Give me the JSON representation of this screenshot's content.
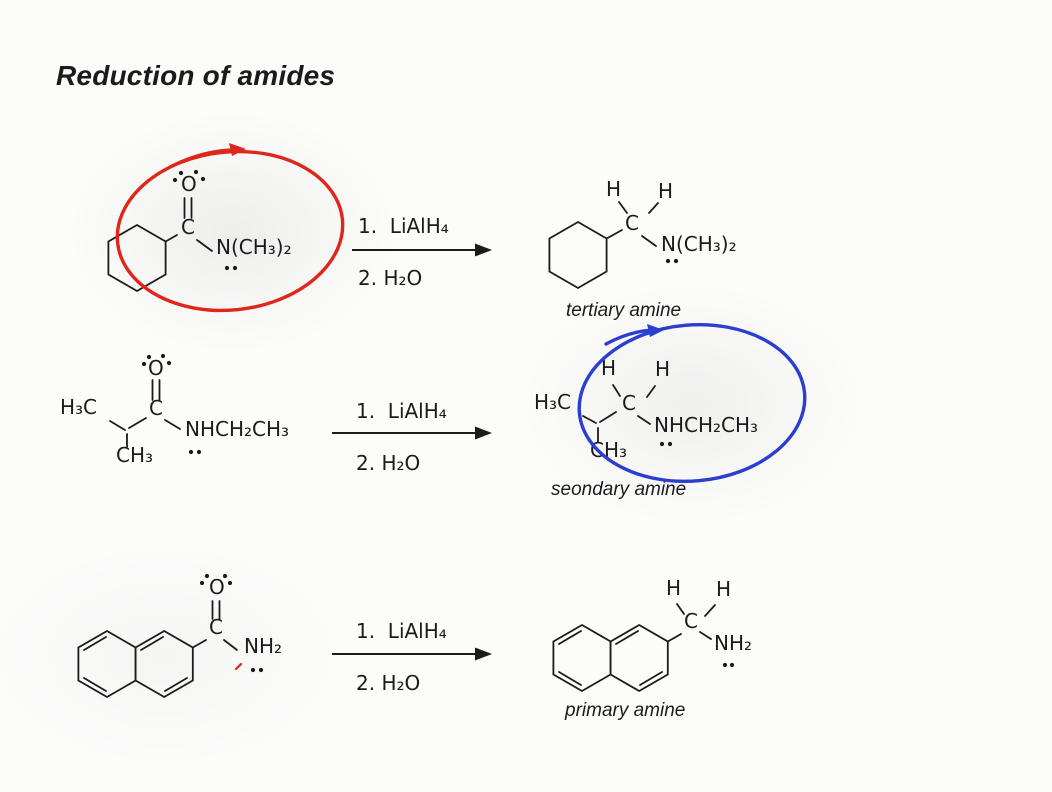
{
  "title": "Reduction of amides",
  "colors": {
    "ink": "#1b1b1b",
    "red_pen": "#e0261b",
    "blue_pen": "#2b3ecf"
  },
  "conditions": {
    "step1": "1.  LiAlH₄",
    "step2": "2. H₂O"
  },
  "reactions": [
    {
      "reactant": {
        "o": "O",
        "c": "C",
        "n": "N(CH₃)₂"
      },
      "product": {
        "h1": "H",
        "h2": "H",
        "c": "C",
        "n": "N(CH₃)₂"
      },
      "product_label": "tertiary amine",
      "annotation": "red hand-drawn circle around amide group of reactant"
    },
    {
      "reactant": {
        "h3c": "H₃C",
        "ch3": "CH₃",
        "o": "O",
        "c": "C",
        "n": "NHCH₂CH₃"
      },
      "product": {
        "h3c": "H₃C",
        "h1": "H",
        "h2": "H",
        "c": "C",
        "ch3": "CH₃",
        "n": "NHCH₂CH₃"
      },
      "product_label": "seondary amine",
      "annotation": "blue hand-drawn circle around product amine"
    },
    {
      "reactant": {
        "o": "O",
        "c": "C",
        "n": "NH₂"
      },
      "product": {
        "h1": "H",
        "h2": "H",
        "c": "C",
        "n": "NH₂"
      },
      "product_label": "primary amine",
      "annotation": ""
    }
  ]
}
